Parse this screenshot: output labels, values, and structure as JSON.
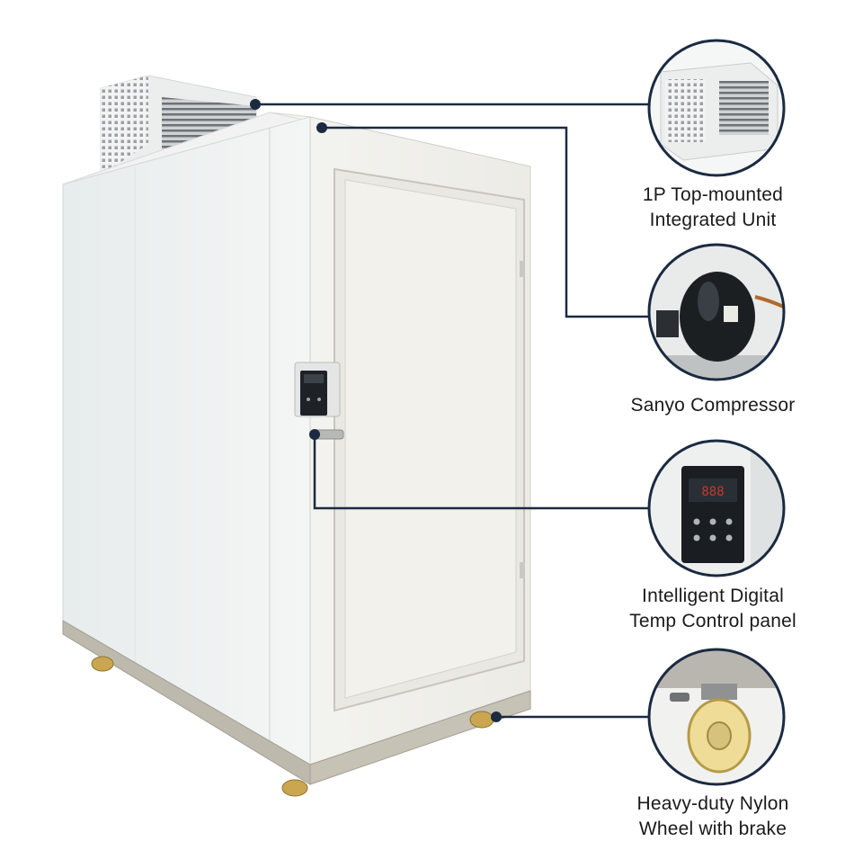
{
  "colors": {
    "callout_line": "#1b2a41",
    "cabinet_white": "#eef0ef",
    "steel_trim": "#b9b6ad",
    "caster_brass": "#c9a64f"
  },
  "features": [
    {
      "icon": "condensing-unit-icon",
      "line1": "1P Top-mounted",
      "line2": "Integrated Unit"
    },
    {
      "icon": "compressor-icon",
      "line1": "Sanyo Compressor",
      "line2": ""
    },
    {
      "icon": "temperature-controller-icon",
      "line1": "Intelligent Digital",
      "line2": "Temp Control panel"
    },
    {
      "icon": "caster-wheel-icon",
      "line1": "Heavy-duty Nylon",
      "line2": "Wheel with brake"
    }
  ]
}
